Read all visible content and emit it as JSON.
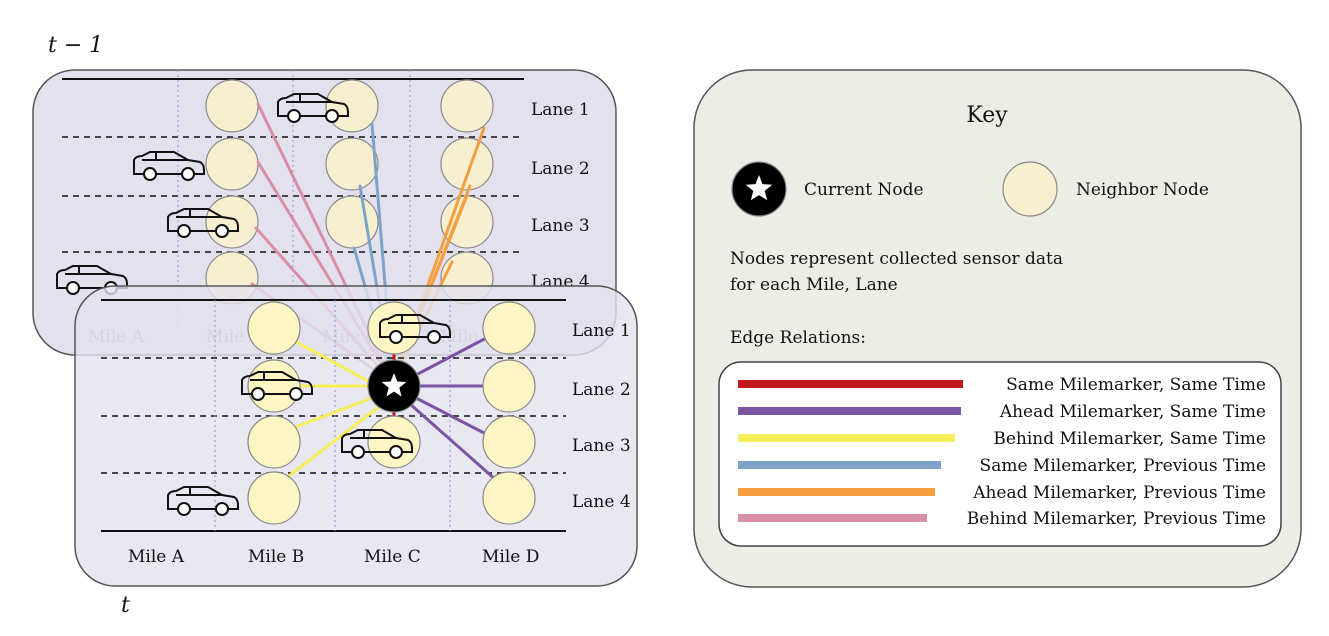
{
  "time": {
    "prev": "t − 1",
    "curr": "t"
  },
  "lanes": [
    "Lane 1",
    "Lane 2",
    "Lane 3",
    "Lane 4"
  ],
  "miles": [
    "Mile A",
    "Mile B",
    "Mile C",
    "Mile D"
  ],
  "key": {
    "title": "Key",
    "current_node": "Current Node",
    "neighbor_node": "Neighbor Node",
    "description_line1": "Nodes represent collected sensor data",
    "description_line2": "for each Mile, Lane",
    "edge_title": "Edge Relations:",
    "edges": [
      {
        "label": "Same Milemarker, Same Time",
        "color": "#c0181c"
      },
      {
        "label": "Ahead Milemarker, Same Time",
        "color": "#7b55a3"
      },
      {
        "label": "Behind Milemarker, Same Time",
        "color": "#f7ef5a"
      },
      {
        "label": "Same Milemarker, Previous Time",
        "color": "#7fa3c8"
      },
      {
        "label": "Ahead Milemarker, Previous Time",
        "color": "#f4a040"
      },
      {
        "label": "Behind Milemarker, Previous Time",
        "color": "#d88fa6"
      }
    ]
  },
  "colors": {
    "panel_fill": "#e4e1ef",
    "key_fill": "#eceee6",
    "node_prev": "#f7efcf",
    "node_curr": "#fdf6c4"
  }
}
